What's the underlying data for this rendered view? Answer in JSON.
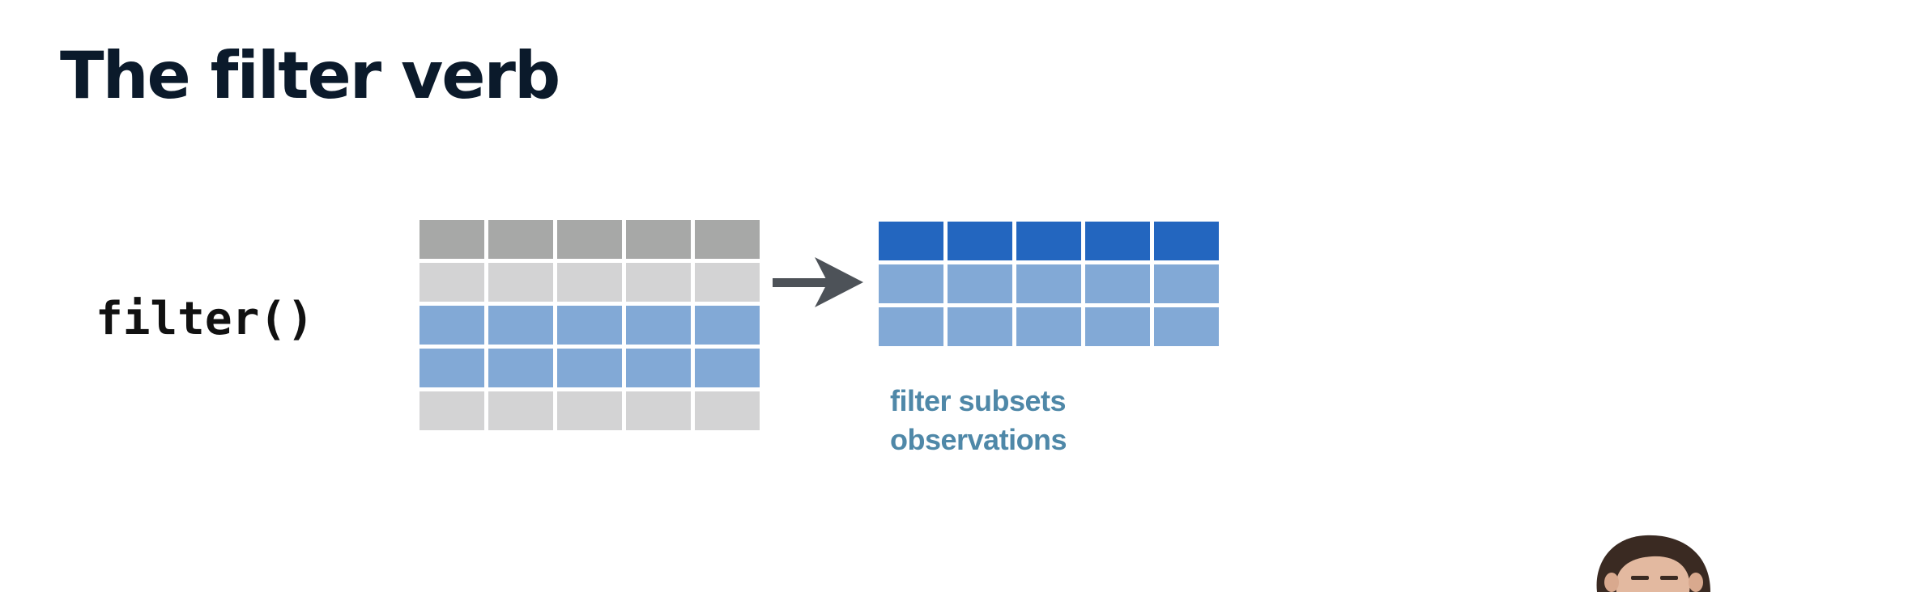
{
  "slide": {
    "title": "The filter verb"
  },
  "diagram": {
    "function_label": "filter()",
    "caption_lines": [
      "filter subsets",
      "observations"
    ],
    "input_table": {
      "columns": 5,
      "rows": [
        "header",
        "unselected",
        "selected",
        "selected",
        "unselected"
      ]
    },
    "output_table": {
      "columns": 5,
      "rows": [
        "header",
        "selected",
        "selected"
      ]
    },
    "colors": {
      "header_gray": "#a7a8a7",
      "unselected_gray": "#d3d3d4",
      "selected_blue": "#82a9d6",
      "header_blue": "#2366bf",
      "arrow": "#4d5258",
      "caption": "#4f88a8",
      "title": "#0b1a2b"
    },
    "arrow_icon": "arrow-right-icon"
  },
  "presenter": {
    "image": "presenter-video-thumbnail"
  }
}
